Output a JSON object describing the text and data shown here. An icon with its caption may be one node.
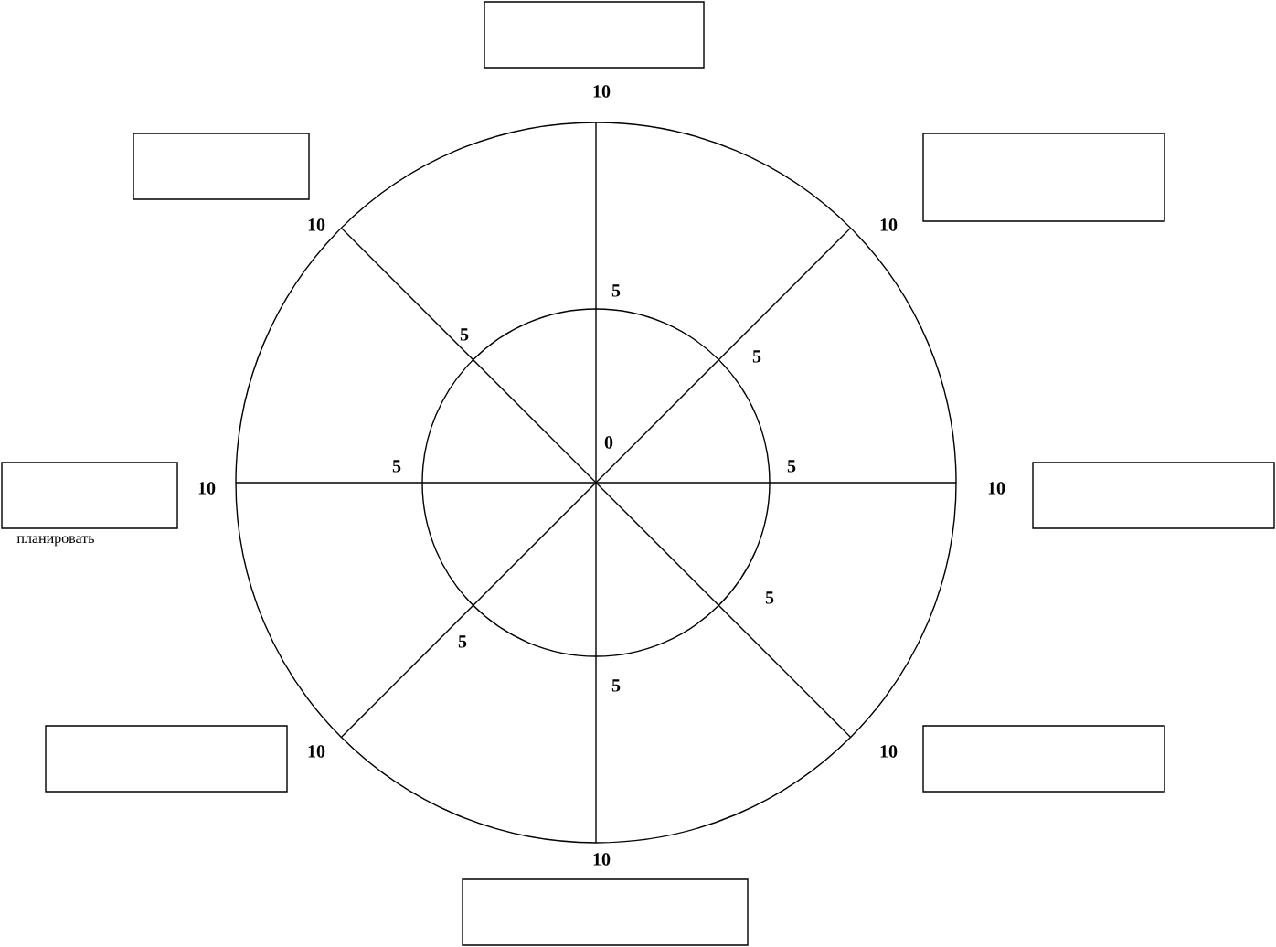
{
  "diagram": {
    "nodes": [
      {
        "text": [],
        "shape": "box"
      },
      {
        "text": [],
        "shape": "box"
      },
      {
        "text": [],
        "shape": "box"
      },
      {
        "text": [],
        "shape": "box",
        "beside": [
          "планировать"
        ]
      },
      {
        "text": [],
        "shape": "box"
      },
      {
        "text": [],
        "shape": "box"
      },
      {
        "text": [],
        "shape": "box"
      },
      {
        "text": [],
        "shape": "box"
      }
    ],
    "labels": [
      "10",
      "10",
      "10",
      "5",
      "5",
      "5",
      "0",
      "10",
      "5",
      "5",
      "10",
      "5",
      "5",
      "5",
      "10",
      "10",
      "10"
    ]
  }
}
